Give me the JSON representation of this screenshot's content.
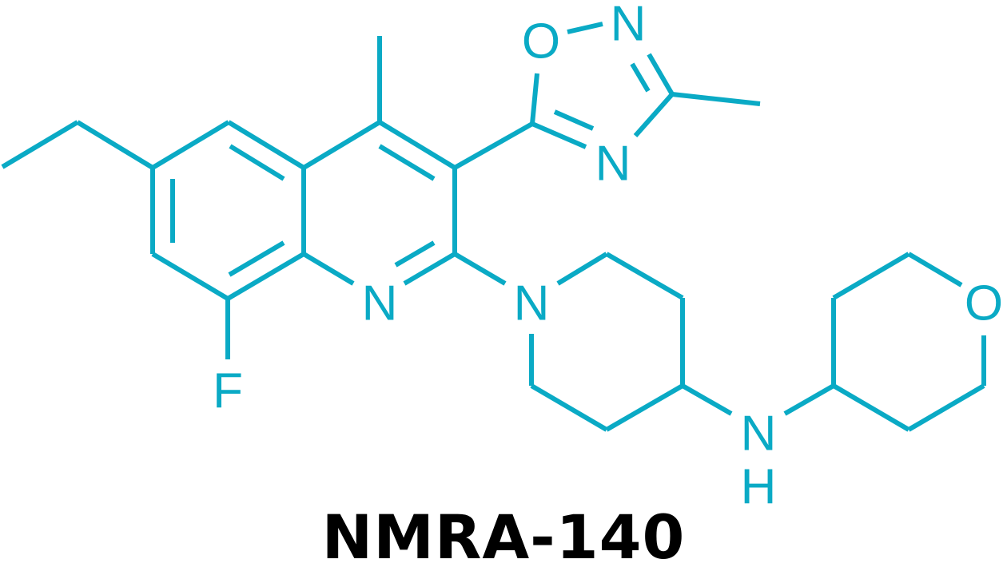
{
  "title": "NMRA-140",
  "colors": {
    "structure": "#0aaac5",
    "title": "#000000",
    "background": "#ffffff"
  },
  "atoms": {
    "oxadiazole_O": "O",
    "oxadiazole_N2": "N",
    "oxadiazole_N4": "N",
    "quinoline_N1": "N",
    "fluorine": "F",
    "piperidine_N": "N",
    "amine_N": "N",
    "amine_H": "H",
    "oxane_O": "O"
  }
}
